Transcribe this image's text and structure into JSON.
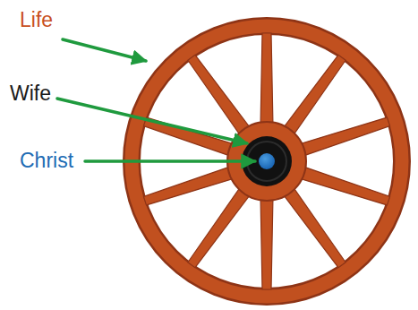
{
  "diagram": {
    "labels": [
      "Life",
      "Wife",
      "Christ"
    ]
  }
}
